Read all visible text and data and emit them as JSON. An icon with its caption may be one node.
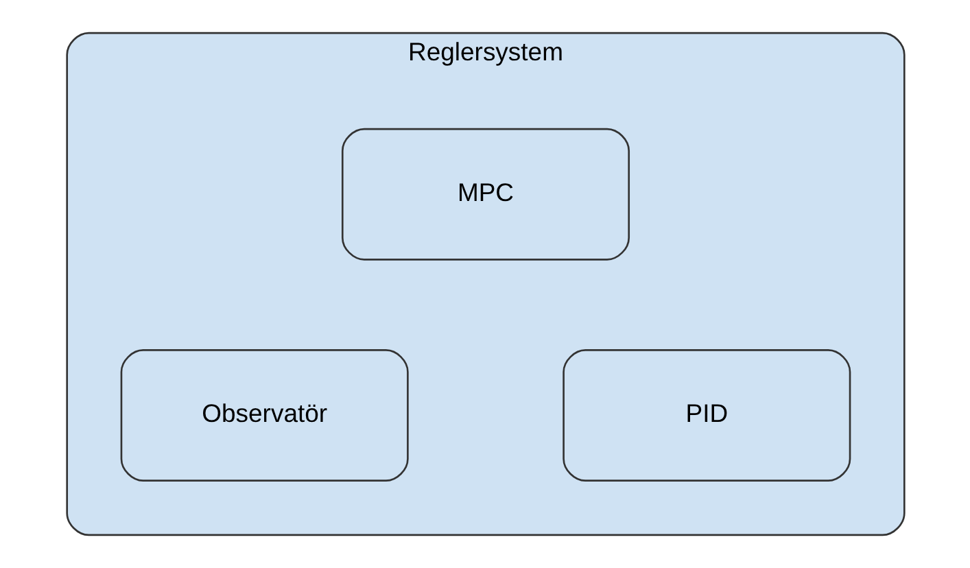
{
  "diagram": {
    "nodes": [
      {
        "text": [
          "Reglersystem"
        ]
      },
      {
        "text": [
          "MPC"
        ],
        "in": 0
      },
      {
        "text": [
          "Observatör"
        ],
        "in": 0
      },
      {
        "text": [
          "PID"
        ],
        "in": 0
      }
    ]
  }
}
